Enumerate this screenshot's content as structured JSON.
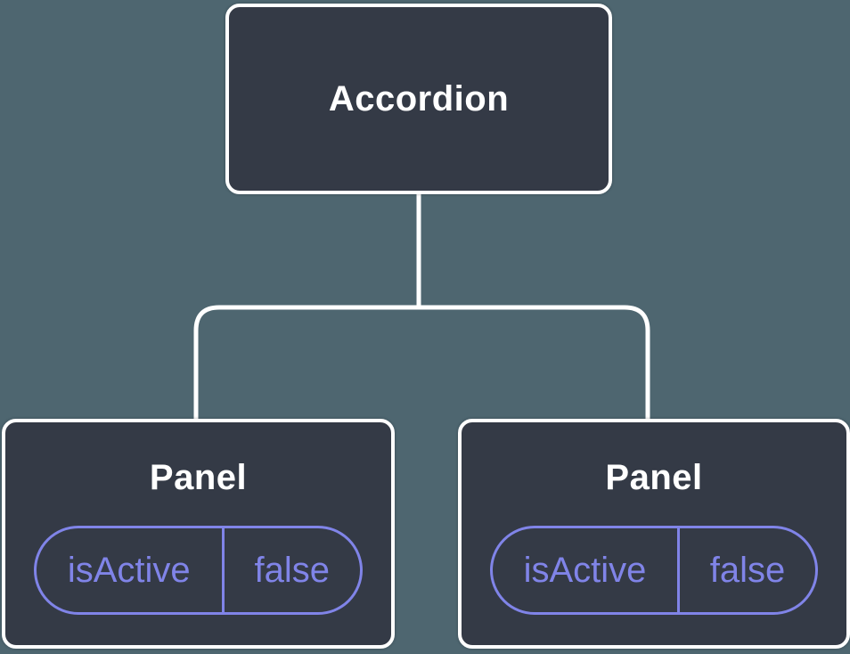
{
  "diagram": {
    "type": "component-tree",
    "colors": {
      "background": "#4e6670",
      "node_fill": "#343a46",
      "node_border": "#ffffff",
      "node_text": "#ffffff",
      "connector": "#ffffff",
      "state_accent": "#8084e8"
    },
    "root": {
      "label": "Accordion"
    },
    "panels": [
      {
        "label": "Panel",
        "state": {
          "key": "isActive",
          "value": "false"
        }
      },
      {
        "label": "Panel",
        "state": {
          "key": "isActive",
          "value": "false"
        }
      }
    ]
  }
}
